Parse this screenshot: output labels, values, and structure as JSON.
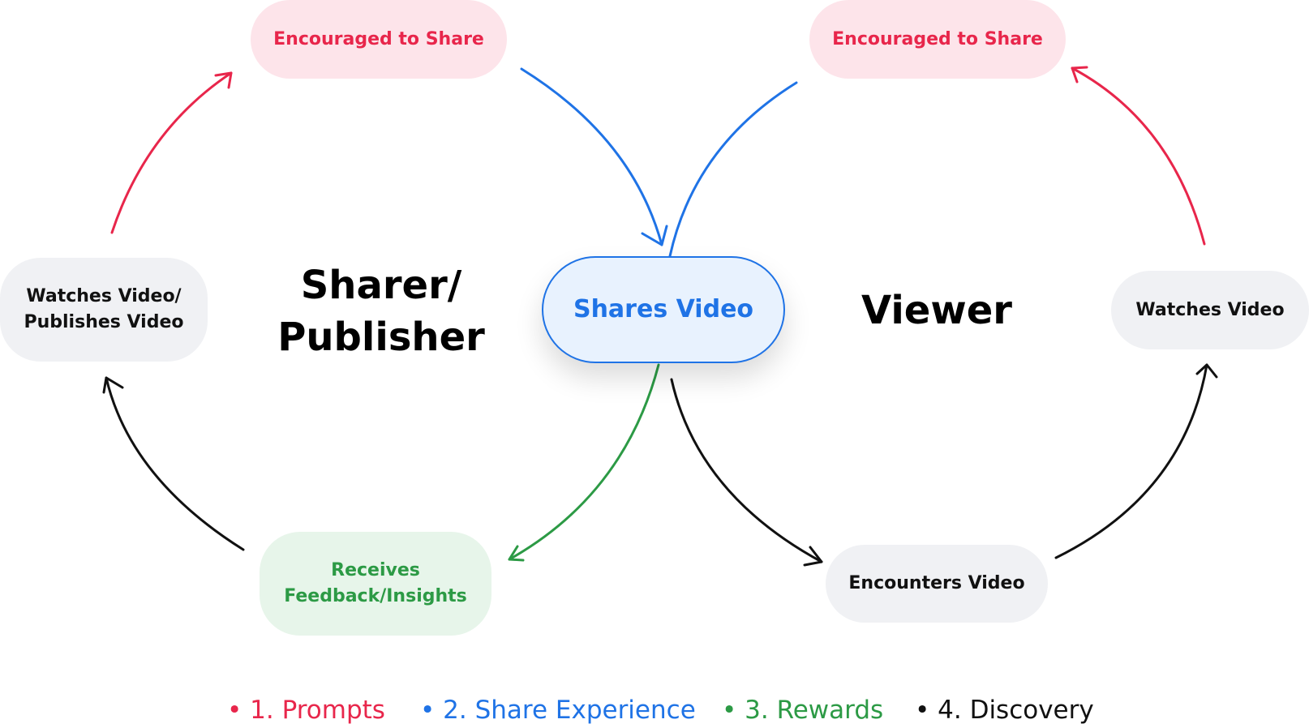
{
  "sharer_cycle": {
    "heading": "Sharer/\nPublisher",
    "encouraged": "Encouraged to Share",
    "watches_publishes": "Watches Video/\nPublishes Video",
    "receives_feedback": "Receives\nFeedback/Insights"
  },
  "center": {
    "shares_video": "Shares Video"
  },
  "viewer_cycle": {
    "heading": "Viewer",
    "encouraged": "Encouraged to Share",
    "watches": "Watches Video",
    "encounters": "Encounters Video"
  },
  "legend": [
    {
      "label": "1. Prompts",
      "color": "#e8264b"
    },
    {
      "label": "2. Share Experience",
      "color": "#1f73e6"
    },
    {
      "label": "3. Rewards",
      "color": "#2c9a45"
    },
    {
      "label": "4. Discovery",
      "color": "#111111"
    }
  ],
  "colors": {
    "prompts": "#e8264b",
    "share_experience": "#1f73e6",
    "rewards": "#2c9a45",
    "discovery": "#111111"
  }
}
